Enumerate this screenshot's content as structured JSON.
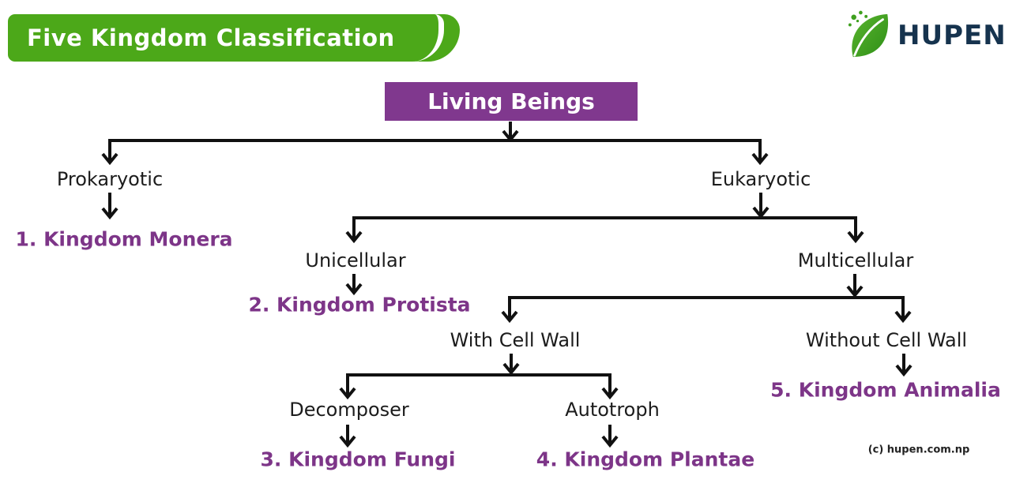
{
  "title_banner": {
    "text": "Five Kingdom Classification"
  },
  "brand": {
    "name": "HUPEN",
    "icon": "leaf-icon"
  },
  "diagram": {
    "root": "Living Beings",
    "branches": {
      "prokaryotic": "Prokaryotic",
      "eukaryotic": "Eukaryotic",
      "unicellular": "Unicellular",
      "multicellular": "Multicellular",
      "with_cell_wall": "With Cell Wall",
      "without_cell_wall": "Without Cell Wall",
      "decomposer": "Decomposer",
      "autotroph": "Autotroph"
    },
    "kingdoms": {
      "monera": "1. Kingdom Monera",
      "protista": "2. Kingdom Protista",
      "fungi": "3. Kingdom Fungi",
      "plantae": "4. Kingdom Plantae",
      "animalia": "5. Kingdom Animalia"
    }
  },
  "footer": {
    "credit": "(c) hupen.com.np"
  },
  "colors": {
    "banner_green": "#4CA819",
    "box_purple": "#80388E",
    "kingdom_purple": "#7D3588",
    "brand_navy": "#16334E",
    "line_black": "#111111"
  }
}
